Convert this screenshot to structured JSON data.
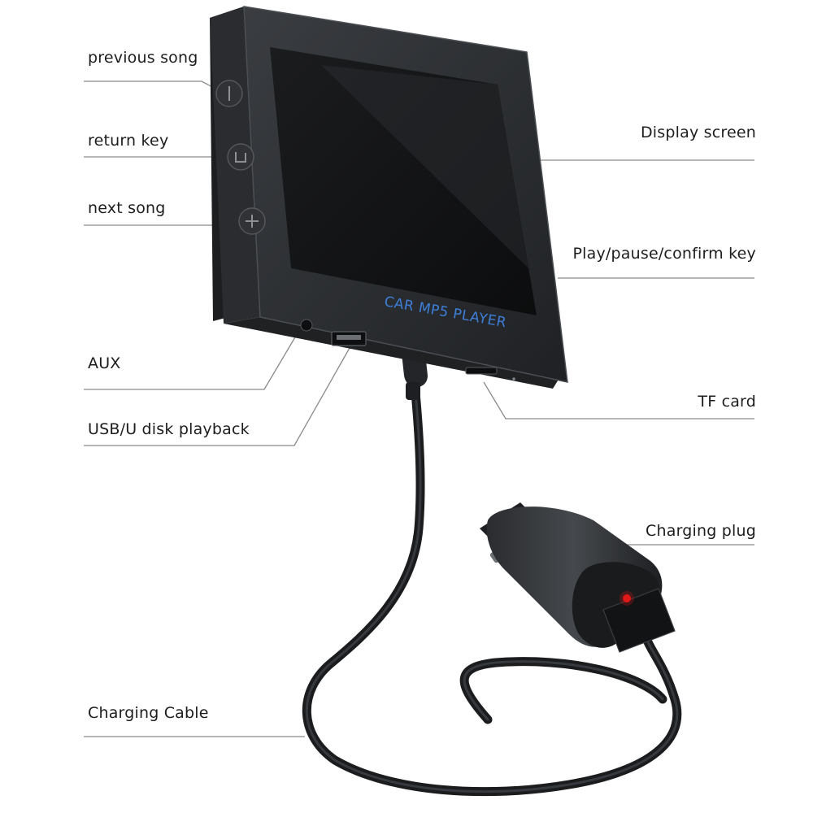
{
  "product": {
    "name": "CAR MP5 PLAYER",
    "accent_color": "#3d7fd9",
    "led_color": "#e01818"
  },
  "callouts": {
    "previous_song": "previous song",
    "return_key": "return key",
    "next_song": "next song",
    "display_screen": "Display screen",
    "play_pause_confirm_key": "Play/pause/confirm key",
    "aux": "AUX",
    "usb_u_disk_playback": "USB/U disk playback",
    "tf_card": "TF card",
    "charging_plug": "Charging plug",
    "charging_cable": "Charging Cable"
  },
  "colors": {
    "device_body": "#2b2d30",
    "screen": "#111214",
    "leader_line": "#8a8a8a"
  }
}
